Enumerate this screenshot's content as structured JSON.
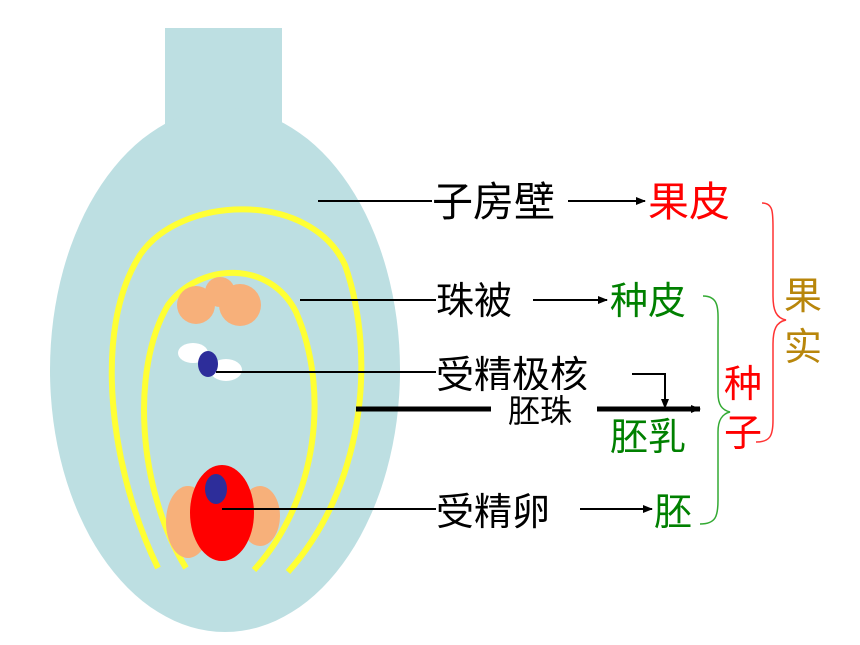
{
  "labels": {
    "ovary_wall": "子房壁",
    "integument": "珠被",
    "polar_nuclei": "受精极核",
    "ovule": "胚珠",
    "egg": "受精卵"
  },
  "results": {
    "pericarp": "果皮",
    "seed_coat": "种皮",
    "endosperm": "胚乳",
    "embryo": "胚"
  },
  "groups": {
    "seed": [
      "种",
      "子"
    ],
    "fruit": [
      "果",
      "实"
    ]
  },
  "colors": {
    "ovary_fill": "#bddfe2",
    "integument_line": "#ffff33",
    "antipodal": "#f7b07a",
    "egg_fill": "#ff0000",
    "nucleus": "#2d2d9a",
    "pericarp_text": "#ff0000",
    "seed_text": "#008000",
    "seed_brace": "#33aa33",
    "fruit_text": "#b8860b"
  }
}
